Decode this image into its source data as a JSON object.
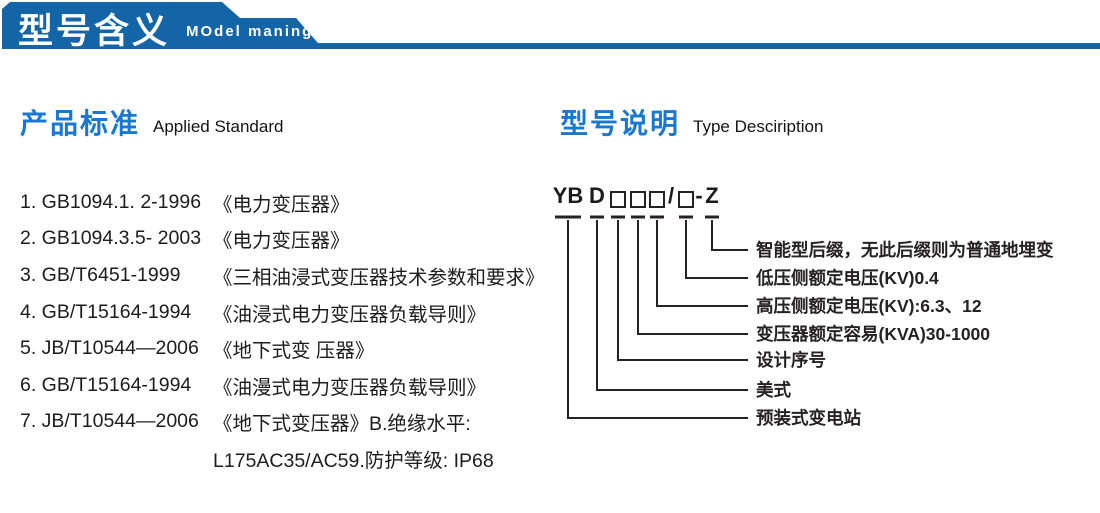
{
  "colors": {
    "banner_blue": "#1465a8",
    "accent_blue": "#1878d2",
    "ink": "#262223"
  },
  "header": {
    "title_cn": "型号含义",
    "title_en": "MOdel maning"
  },
  "standards": {
    "title_cn": "产品标准",
    "title_en": "Applied Standard",
    "items": [
      {
        "code": "1. GB1094.1. 2-1996",
        "title": "《电力变压器》"
      },
      {
        "code": "2. GB1094.3.5- 2003",
        "title": "《电力变压器》"
      },
      {
        "code": "3. GB/T6451-1999",
        "title": "《三相油浸式变压器技术参数和要求》"
      },
      {
        "code": "4. GB/T15164-1994",
        "title": "《油浸式电力变压器负载导则》"
      },
      {
        "code": "5. JB/T10544—2006",
        "title": "《地下式变 压器》"
      },
      {
        "code": "6. GB/T15164-1994",
        "title": "《油漫式电力变压器负载导则》"
      },
      {
        "code": "7. JB/T10544—2006",
        "title": "《地下式变压器》B.绝缘水平:"
      }
    ],
    "continuation": "L175AC35/AC59.防护等级: IP68"
  },
  "type_desc": {
    "title_cn": "型号说明",
    "title_en": "Type Desciription",
    "code_text": "YBD□□□/□-Z",
    "code": {
      "yb": "YB",
      "d": "D",
      "slash": "/",
      "dash": "-",
      "z": "Z"
    },
    "callouts": [
      {
        "label": "智能型后缀，无此后缀则为普通地埋变"
      },
      {
        "label": "低压侧额定电压(KV)0.4"
      },
      {
        "label": "高压侧额定电压(KV):6.3、12"
      },
      {
        "label": "变压器额定容易(KVA)30-1000"
      },
      {
        "label": "设计序号"
      },
      {
        "label": "美式"
      },
      {
        "label": "预装式变电站"
      }
    ]
  }
}
